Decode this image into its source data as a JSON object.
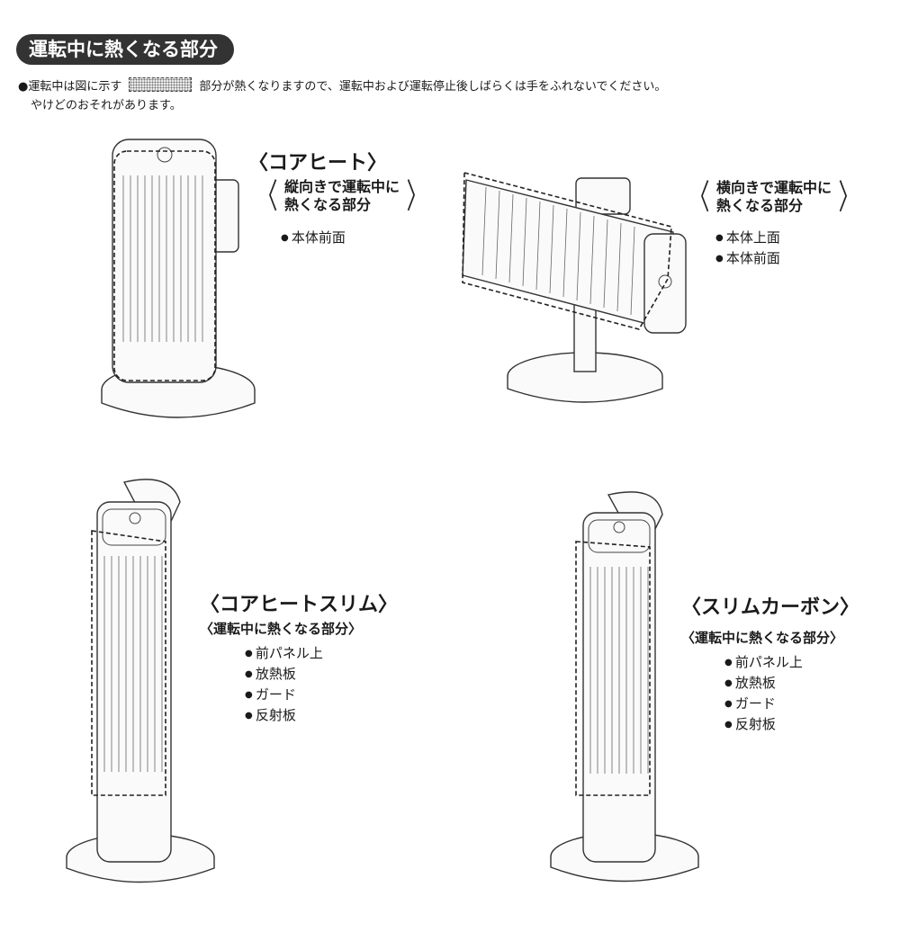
{
  "title": "運転中に熱くなる部分",
  "notice": {
    "part1": "●運転中は図に示す",
    "part2": "部分が熱くなりますので、運転中および運転停止後しばらくは手をふれないでください。",
    "line2": "やけどのおそれがあります。"
  },
  "core_heat": {
    "heading": "〈コアヒート〉",
    "vertical": {
      "label_line1": "縦向きで運転中に",
      "label_line2": "熱くなる部分",
      "parts": [
        "本体前面"
      ]
    },
    "horizontal": {
      "label_line1": "横向きで運転中に",
      "label_line2": "熱くなる部分",
      "parts": [
        "本体上面",
        "本体前面"
      ]
    }
  },
  "core_heat_slim": {
    "heading": "〈コアヒートスリム〉",
    "sub": "〈運転中に熱くなる部分〉",
    "parts": [
      "前パネル上",
      "放熱板",
      "ガード",
      "反射板"
    ]
  },
  "slim_carbon": {
    "heading": "〈スリムカーボン〉",
    "sub": "〈運転中に熱くなる部分〉",
    "parts": [
      "前パネル上",
      "放熱板",
      "ガード",
      "反射板"
    ]
  }
}
